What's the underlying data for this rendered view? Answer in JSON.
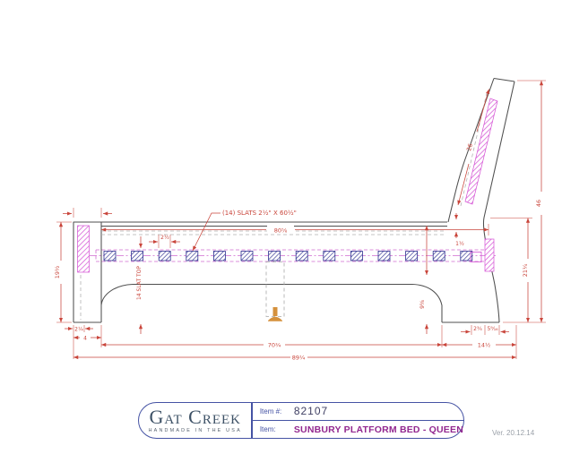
{
  "title_block": {
    "brand": "Gat Creek",
    "tagline": "HANDMADE IN THE USA",
    "item_number_label": "Item #:",
    "item_number": "82107",
    "item_label": "Item:",
    "item_name": "SUNBURY PLATFORM BED - QUEEN",
    "version": "Ver. 20.12.14"
  },
  "drawing": {
    "view": "side elevation",
    "slat_count": 14,
    "notes": {
      "slats": "(14) SLATS 2½\" X 60½\"",
      "slat_top": "14 SLAT TOP"
    },
    "dims": {
      "top_span": "80⅝",
      "slat_width": "2½",
      "deck_thickness": "1½",
      "headboard_slant": "26",
      "overall_height": "46",
      "headboard_front_height": "21¼",
      "footboard_height": "19½",
      "rail_depth": "9⅝",
      "foot_leg_bottom": "2¼",
      "footboard_depth": "4",
      "inner_span": "70¾",
      "overall_length": "89¼",
      "head_leg_front": "2¾",
      "head_leg_rear": "5⁹⁄₁₆",
      "headboard_depth": "14½"
    },
    "colors": {
      "dimension_red": "#c9453b",
      "hidden_magenta": "#d44fd4",
      "slat_blue": "#2d2f8f",
      "outline_gray": "#4f4f4f",
      "glide_orange": "#d5913c",
      "title_border_blue": "#4553a4",
      "item_purple": "#92278f"
    }
  }
}
